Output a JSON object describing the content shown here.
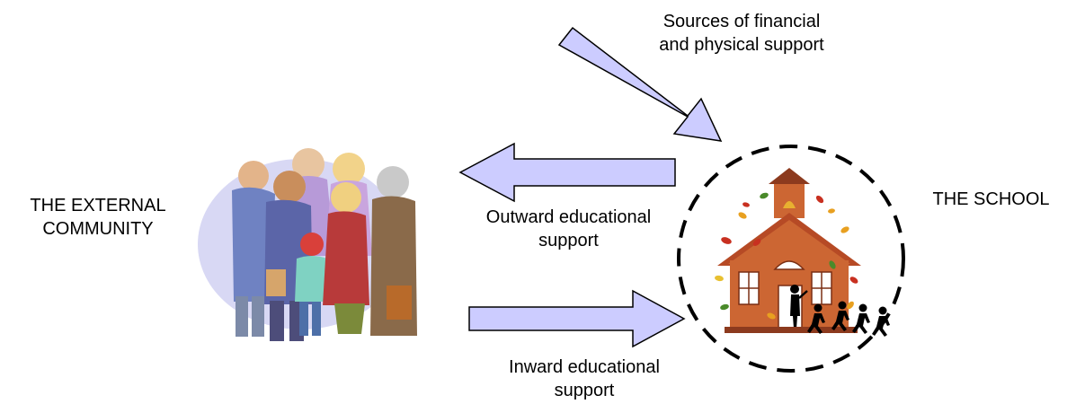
{
  "external_label": {
    "line1": "THE EXTERNAL",
    "line2": "COMMUNITY"
  },
  "school_label": "THE SCHOOL",
  "arrows": {
    "sources": {
      "line1": "Sources of financial",
      "line2": "and physical support"
    },
    "outward": {
      "line1": "Outward educational",
      "line2": "support"
    },
    "inward": {
      "line1": "Inward educational",
      "line2": "support"
    }
  },
  "colors": {
    "arrow_fill": "#ccccff",
    "arrow_stroke": "#000000",
    "circle_stroke": "#000000",
    "schoolhouse": "#cc6633"
  },
  "icons": {
    "community": "group-of-people-icon",
    "school": "schoolhouse-icon"
  }
}
